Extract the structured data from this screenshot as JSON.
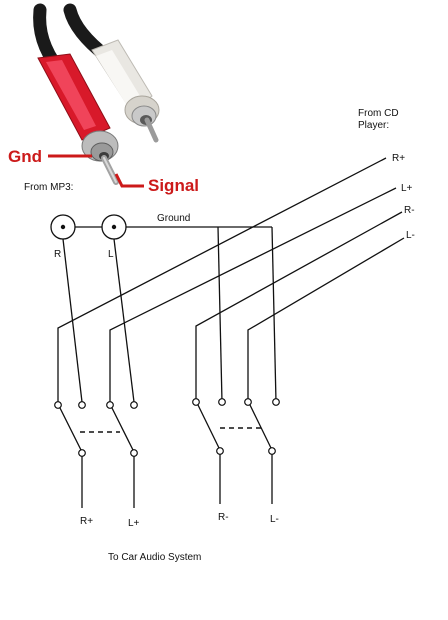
{
  "connector_photo": {
    "gnd_label": "Gnd",
    "signal_label": "Signal",
    "callout_color": "#cc1a1a",
    "plug_colors": {
      "red": "#d8192a",
      "white": "#e9e7e2",
      "metal": "#b9b9b9",
      "cable": "#1a1a1a"
    }
  },
  "sources": {
    "mp3_label": "From MP3:",
    "cd_label_line1": "From CD",
    "cd_label_line2": "Player:",
    "jack_r": "R",
    "jack_l": "L",
    "ground_label": "Ground",
    "cd_wires": [
      "R+",
      "L+",
      "R-",
      "L-"
    ]
  },
  "outputs": {
    "labels": [
      "R+",
      "L+",
      "R-",
      "L-"
    ],
    "caption": "To Car Audio System"
  }
}
